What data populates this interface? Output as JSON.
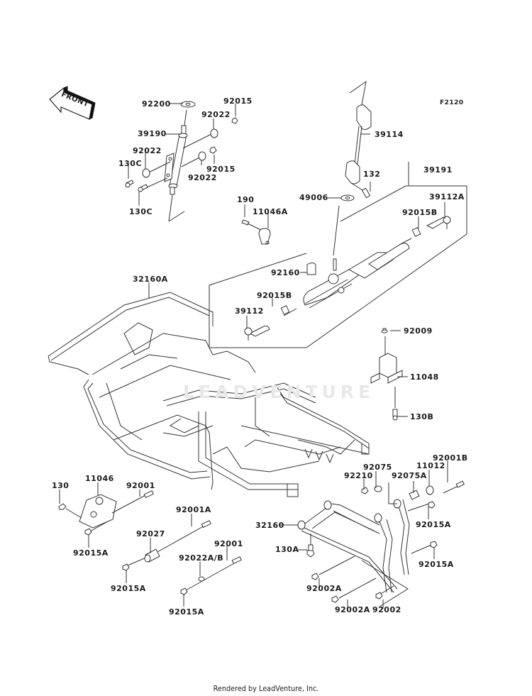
{
  "diagram": {
    "figure_code": "F2120",
    "front_arrow_label": "FRONT",
    "watermark": "LEADVENTURE",
    "footer": "Rendered by LeadVenture, Inc."
  },
  "parts": {
    "steering_shaft_group": [
      {
        "label": "92200"
      },
      {
        "label": "92015"
      },
      {
        "label": "92022"
      },
      {
        "label": "39190"
      },
      {
        "label": "92022"
      },
      {
        "label": "130C"
      },
      {
        "label": "92015"
      },
      {
        "label": "92022"
      },
      {
        "label": "130C"
      }
    ],
    "universal_joint_group": [
      {
        "label": "39114"
      },
      {
        "label": "132"
      },
      {
        "label": "49006"
      },
      {
        "label": "190"
      },
      {
        "label": "11046A"
      }
    ],
    "steering_rack_group": [
      {
        "label": "39191"
      },
      {
        "label": "39112A"
      },
      {
        "label": "92015B"
      },
      {
        "label": "92160"
      },
      {
        "label": "92015B"
      },
      {
        "label": "39112"
      }
    ],
    "frame_group": [
      {
        "label": "32160A"
      }
    ],
    "bracket_group": [
      {
        "label": "92009"
      },
      {
        "label": "11048"
      },
      {
        "label": "130B"
      }
    ],
    "engine_mount_group": [
      {
        "label": "130"
      },
      {
        "label": "11046"
      },
      {
        "label": "92001"
      },
      {
        "label": "92015A"
      },
      {
        "label": "92001A"
      },
      {
        "label": "92027"
      },
      {
        "label": "92015A"
      },
      {
        "label": "92001"
      },
      {
        "label": "92022A/B"
      },
      {
        "label": "92015A"
      }
    ],
    "sub_frame_group": [
      {
        "label": "92001B"
      },
      {
        "label": "11012"
      },
      {
        "label": "92075"
      },
      {
        "label": "92210"
      },
      {
        "label": "92075A"
      },
      {
        "label": "32160"
      },
      {
        "label": "92015A"
      },
      {
        "label": "130A"
      },
      {
        "label": "92015A"
      },
      {
        "label": "92002A"
      },
      {
        "label": "92002A"
      },
      {
        "label": "92002"
      }
    ]
  }
}
